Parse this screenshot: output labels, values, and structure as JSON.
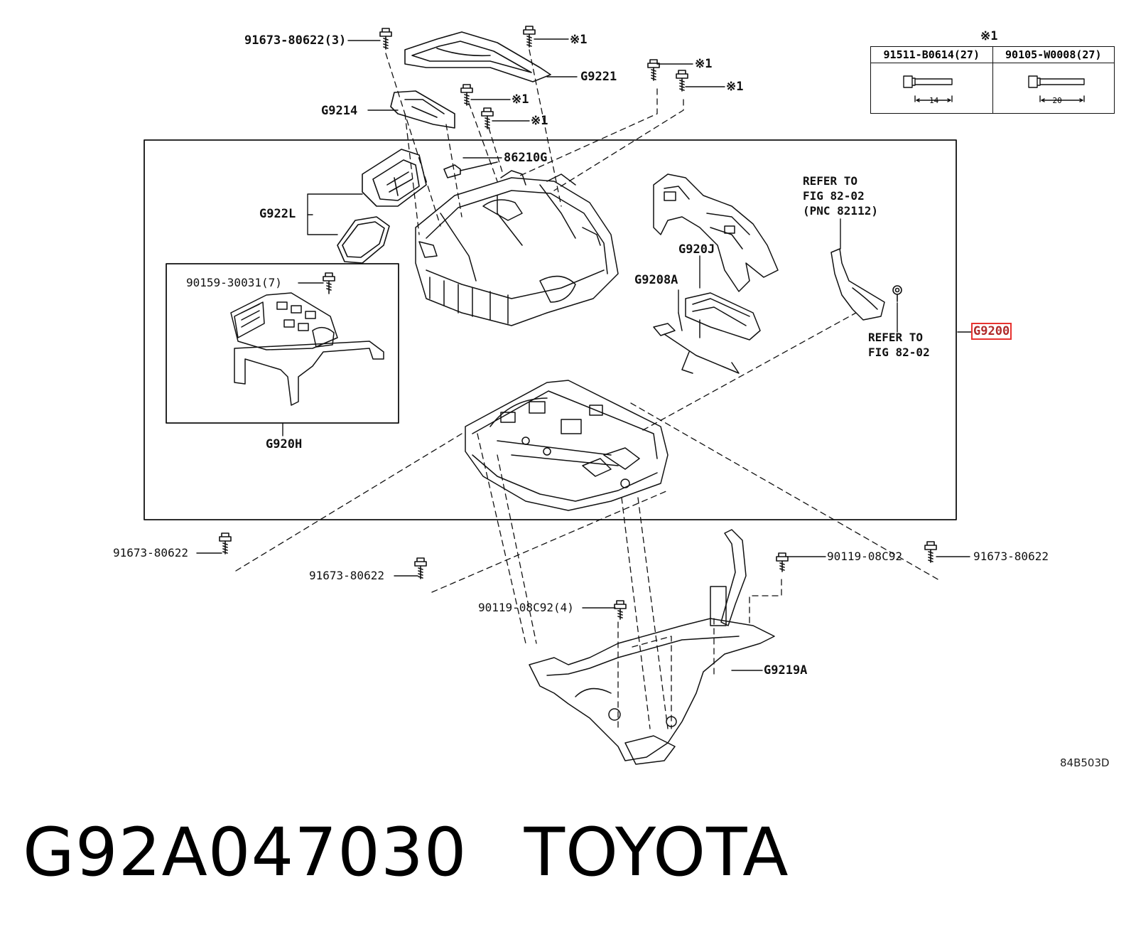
{
  "callouts": {
    "p_91673_80622_3": "91673-80622(3)",
    "p_g9221": "G9221",
    "p_g9214": "G9214",
    "p_86210g": "86210G",
    "p_g922l": "G922L",
    "p_90159_30031_7": "90159-30031(7)",
    "p_g920j": "G920J",
    "p_g9208a": "G9208A",
    "p_g920h": "G920H",
    "p_g9200": "G9200",
    "p_91673_80622_left": "91673-80622",
    "p_91673_80622_mid": "91673-80622",
    "p_90119_08c92_4": "90119-08C92(4)",
    "p_90119_08c92": "90119-08C92",
    "p_91673_80622_right": "91673-80622",
    "p_g9219a": "G9219A"
  },
  "marks": {
    "note_mark": "※1"
  },
  "refer_notes": {
    "refer_top": "REFER TO\nFIG 82-02\n(PNC 82112)",
    "refer_bottom": "REFER TO\nFIG 82-02"
  },
  "legend": {
    "mark": "※1",
    "columns": [
      {
        "part": "91511-B0614(27)",
        "dim": "14"
      },
      {
        "part": "90105-W0008(27)",
        "dim": "20"
      }
    ]
  },
  "drawing_number": "84B503D",
  "caption": {
    "part_number": "G92A047030",
    "brand": "TOYOTA"
  },
  "colors": {
    "highlight": "#e8322f",
    "line": "#111111"
  }
}
